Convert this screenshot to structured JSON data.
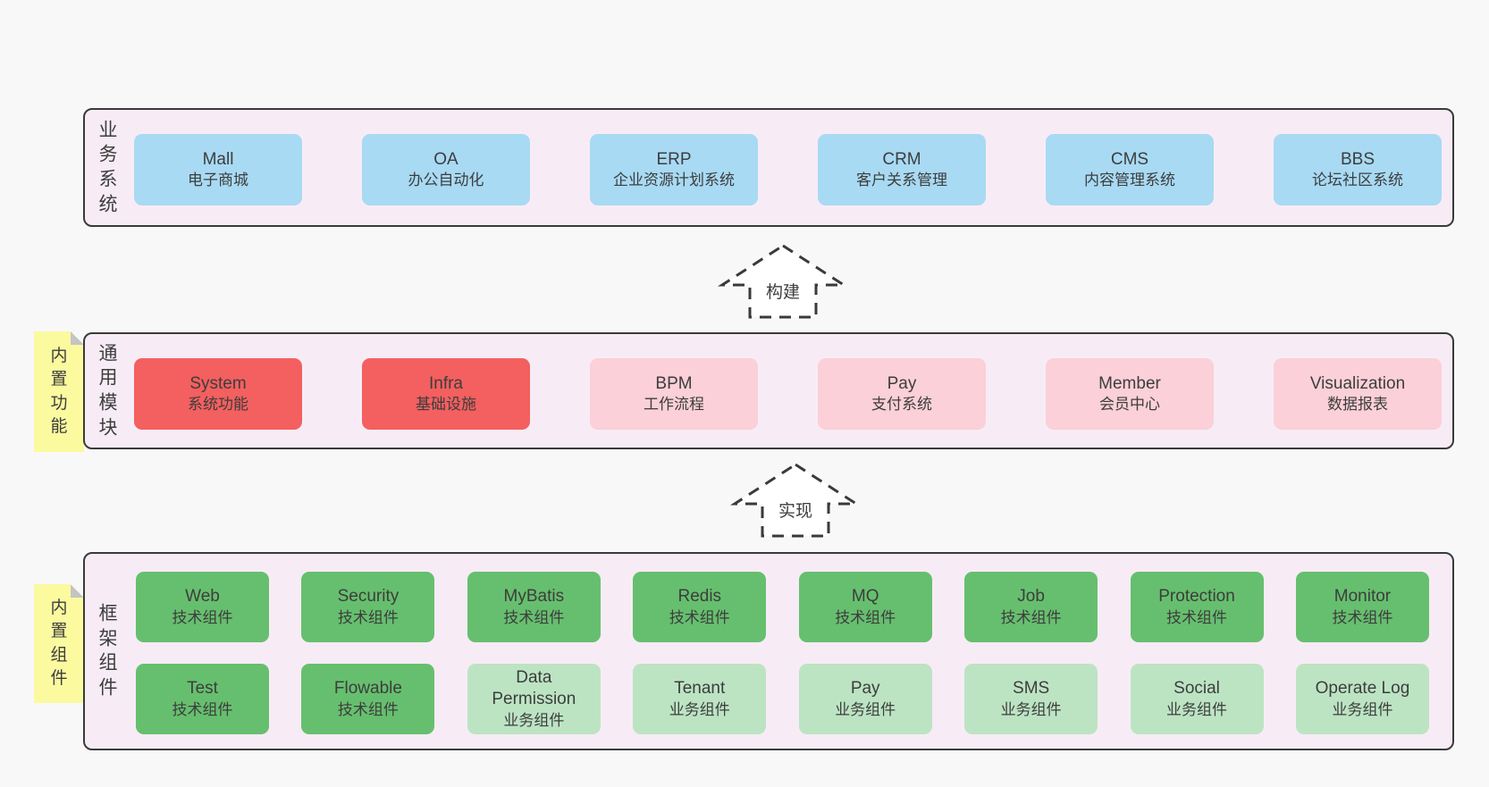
{
  "colors": {
    "page_bg": "#f8f8f8",
    "container_bg": "#f7ecf5",
    "container_border": "#3a3a3a",
    "business_box": "#a8daf4",
    "core_module_box": "#f45f5f",
    "optional_module_box": "#fbd0d8",
    "tech_component_box": "#66bf6e",
    "biz_component_box": "#bce4c3",
    "note_bg": "#fbfa9f",
    "note_fold": "#c4c4c4",
    "text": "#3d3d3d"
  },
  "arrows": [
    {
      "label": "构建"
    },
    {
      "label": "实现"
    }
  ],
  "layers": [
    {
      "label": "业务系统",
      "boxes": [
        {
          "name": "Mall",
          "desc": "电子商城"
        },
        {
          "name": "OA",
          "desc": "办公自动化"
        },
        {
          "name": "ERP",
          "desc": "企业资源计划系统"
        },
        {
          "name": "CRM",
          "desc": "客户关系管理"
        },
        {
          "name": "CMS",
          "desc": "内容管理系统"
        },
        {
          "name": "BBS",
          "desc": "论坛社区系统"
        }
      ]
    },
    {
      "label": "通用模块",
      "tag": "内置功能",
      "boxes": [
        {
          "name": "System",
          "desc": "系统功能"
        },
        {
          "name": "Infra",
          "desc": "基础设施"
        },
        {
          "name": "BPM",
          "desc": "工作流程"
        },
        {
          "name": "Pay",
          "desc": "支付系统"
        },
        {
          "name": "Member",
          "desc": "会员中心"
        },
        {
          "name": "Visualization",
          "desc": "数据报表"
        }
      ]
    },
    {
      "label": "框架组件",
      "tag": "内置组件",
      "rows": [
        [
          {
            "name": "Web",
            "desc": "技术组件"
          },
          {
            "name": "Security",
            "desc": "技术组件"
          },
          {
            "name": "MyBatis",
            "desc": "技术组件"
          },
          {
            "name": "Redis",
            "desc": "技术组件"
          },
          {
            "name": "MQ",
            "desc": "技术组件"
          },
          {
            "name": "Job",
            "desc": "技术组件"
          },
          {
            "name": "Protection",
            "desc": "技术组件"
          },
          {
            "name": "Monitor",
            "desc": "技术组件"
          }
        ],
        [
          {
            "name": "Test",
            "desc": "技术组件"
          },
          {
            "name": "Flowable",
            "desc": "技术组件"
          },
          {
            "name": "Data Permission",
            "desc": "业务组件"
          },
          {
            "name": "Tenant",
            "desc": "业务组件"
          },
          {
            "name": "Pay",
            "desc": "业务组件"
          },
          {
            "name": "SMS",
            "desc": "业务组件"
          },
          {
            "name": "Social",
            "desc": "业务组件"
          },
          {
            "name": "Operate Log",
            "desc": "业务组件"
          }
        ]
      ]
    }
  ]
}
